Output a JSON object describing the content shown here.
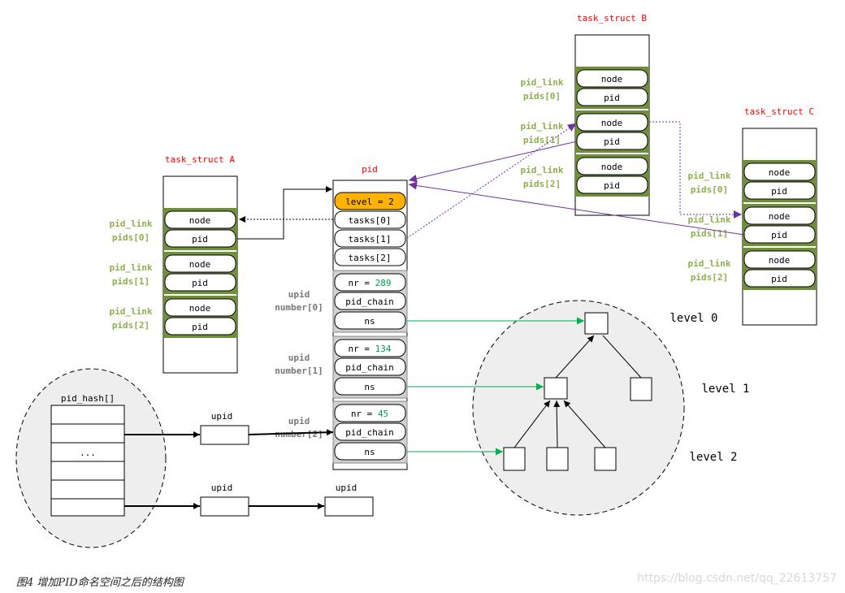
{
  "colors": {
    "title_red": "#ff0000",
    "label_green": "#8db04e",
    "hlist_band": "#6f8f3a",
    "level_fill": "#ffb300",
    "nr_value": "#00a050",
    "arrow_purple": "#7030a0",
    "arrow_green": "#00b050",
    "ellipse_fill": "#eeeeee",
    "upid_label": "#777777"
  },
  "task_a": {
    "title": "task_struct A",
    "link_labels": [
      "pid_link",
      "pid_link",
      "pid_link"
    ],
    "pids_labels": [
      "pids[0]",
      "pids[1]",
      "pids[2]"
    ],
    "node": "node",
    "pid": "pid"
  },
  "task_b": {
    "title": "task_struct B",
    "link_labels": [
      "pid_link",
      "pid_link",
      "pid_link"
    ],
    "pids_labels": [
      "pids[0]",
      "pids[1]",
      "pids[2]"
    ],
    "node": "node",
    "pid": "pid"
  },
  "task_c": {
    "title": "task_struct C",
    "link_labels": [
      "pid_link",
      "pid_link",
      "pid_link"
    ],
    "pids_labels": [
      "pids[0]",
      "pids[1]",
      "pids[2]"
    ],
    "node": "node",
    "pid": "pid"
  },
  "pid_struct": {
    "title": "pid",
    "level": "level = 2",
    "tasks": [
      "tasks[0]",
      "tasks[1]",
      "tasks[2]"
    ],
    "nr_prefix": "nr = ",
    "nr_values": [
      "289",
      "134",
      "45"
    ],
    "pid_chain": "pid_chain",
    "ns": "ns",
    "upid_labels": [
      "upid",
      "upid",
      "upid"
    ],
    "number_labels": [
      "number[0]",
      "number[1]",
      "number[2]"
    ]
  },
  "pid_hash": {
    "title": "pid_hash[]",
    "ellipsis": "..."
  },
  "upid_nodes": [
    "upid",
    "upid",
    "upid"
  ],
  "levels": [
    "level 0",
    "level 1",
    "level 2"
  ],
  "caption": "图4 增加PID命名空间之后的结构图",
  "watermark": "https://blog.csdn.net/qq_22613757"
}
